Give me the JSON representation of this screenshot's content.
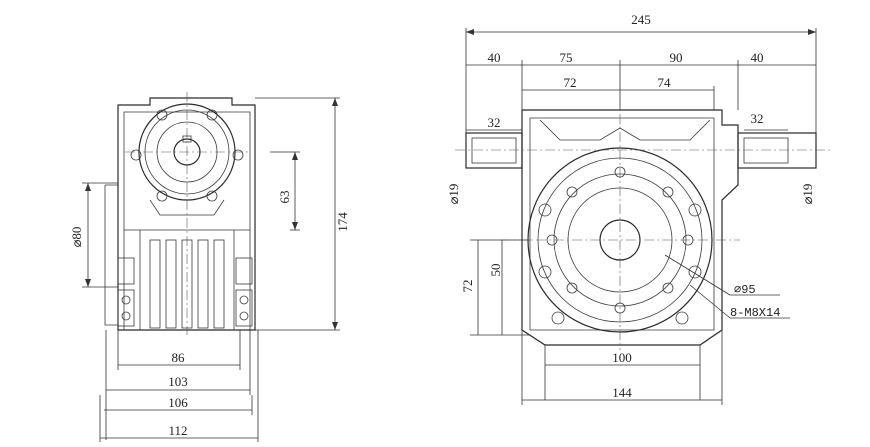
{
  "side_view": {
    "dim_width_86": "86",
    "dim_width_103": "103",
    "dim_width_106": "106",
    "dim_width_112": "112",
    "dim_height_174": "174",
    "dim_height_63": "63",
    "dim_dia_80": "⌀80"
  },
  "front_view": {
    "dim_overall_245": "245",
    "dim_40_left": "40",
    "dim_75": "75",
    "dim_90": "90",
    "dim_40_right": "40",
    "dim_72_top": "72",
    "dim_74": "74",
    "dim_32_left": "32",
    "dim_32_right": "32",
    "dim_dia_19_left": "⌀19",
    "dim_dia_19_right": "⌀19",
    "dim_50": "50",
    "dim_72_side": "72",
    "dim_dia_95": "⌀95",
    "dim_bolts": "8-M8X14",
    "dim_100": "100",
    "dim_144": "144"
  }
}
